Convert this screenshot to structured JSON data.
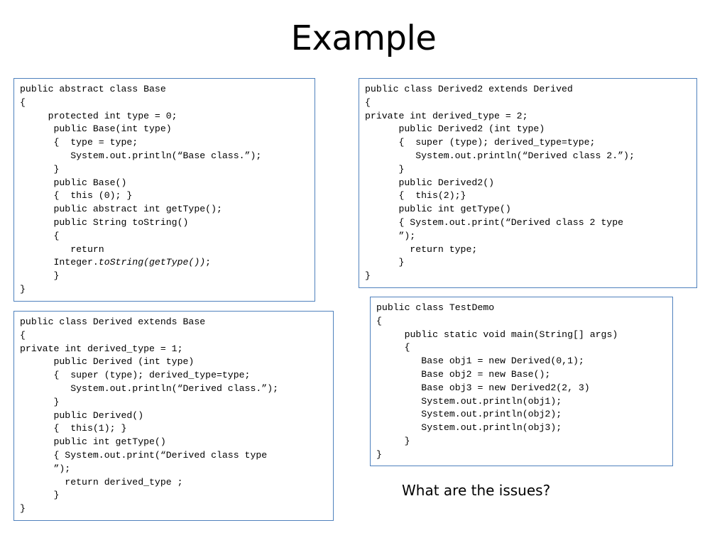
{
  "slide": {
    "title": "Example",
    "question": "What are the issues?"
  },
  "boxes": [
    {
      "id": "box-base",
      "name": "code-box-base-class",
      "lines": [
        "public abstract class Base",
        "{",
        "     protected int type = 0;",
        "      public Base(int type)",
        "      {  type = type;",
        "         System.out.println(“Base class.”);",
        "      }",
        "      public Base()",
        "      {  this (0); }",
        "      public abstract int getType();",
        "      public String toString()",
        "      {",
        "         return",
        "      Integer.toString(getType());",
        "      }",
        "}"
      ],
      "italic_spans": {
        "13": "toString(getType())"
      }
    },
    {
      "id": "box-derived",
      "name": "code-box-derived-class",
      "lines": [
        "public class Derived extends Base",
        "{",
        "private int derived_type = 1;",
        "      public Derived (int type)",
        "      {  super (type); derived_type=type;",
        "         System.out.println(“Derived class.”);",
        "      }",
        "      public Derived()",
        "      {  this(1); }",
        "      public int getType()",
        "      { System.out.print(“Derived class type",
        "      ”);",
        "        return derived_type ;",
        "      }",
        "}"
      ]
    },
    {
      "id": "box-derived2",
      "name": "code-box-derived2-class",
      "lines": [
        "public class Derived2 extends Derived",
        "{",
        "private int derived_type = 2;",
        "      public Derived2 (int type)",
        "      {  super (type); derived_type=type;",
        "         System.out.println(“Derived class 2.”);",
        "      }",
        "      public Derived2()",
        "      {  this(2);}",
        "      public int getType()",
        "      { System.out.print(“Derived class 2 type",
        "      ”);",
        "        return type;",
        "      }",
        "}"
      ]
    },
    {
      "id": "box-testdemo",
      "name": "code-box-testdemo-class",
      "lines": [
        "public class TestDemo",
        "{",
        "     public static void main(String[] args)",
        "     {",
        "        Base obj1 = new Derived(0,1);",
        "        Base obj2 = new Base();",
        "        Base obj3 = new Derived2(2, 3)",
        "        System.out.println(obj1);",
        "        System.out.println(obj2);",
        "        System.out.println(obj3);",
        "     }",
        "}"
      ]
    }
  ]
}
